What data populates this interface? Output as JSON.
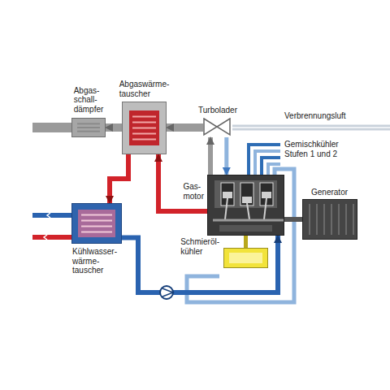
{
  "diagram": {
    "nodes": [
      {
        "text": [
          "Abgas- schall- dämpfer"
        ]
      },
      {
        "text": [
          "Abgaswärme- tauscher"
        ]
      },
      {
        "text": [
          "Turbolader"
        ]
      },
      {
        "text": [
          "Kühlwasser- wärme- tauscher"
        ]
      },
      {
        "text": [
          "Gas- motor"
        ]
      },
      {
        "text": [
          "Generator"
        ]
      },
      {
        "text": [
          "Schmieröl- kühler"
        ]
      }
    ],
    "edges": [
      {
        "from": 1,
        "to": 0,
        "arrow": "to"
      },
      {
        "from": 2,
        "to": 1,
        "arrow": "to"
      },
      {
        "from": 4,
        "to": 2,
        "arrow": "to"
      },
      {
        "from": 2,
        "to": 4,
        "arrow": "to"
      },
      {
        "from": 4,
        "to": 1,
        "arrow": "to"
      },
      {
        "from": 1,
        "to": 3,
        "arrow": "to"
      },
      {
        "from": 3,
        "to": 4,
        "arrow": "to"
      },
      {
        "from": 6,
        "to": 4,
        "arrow": "none"
      },
      {
        "from": 4,
        "to": 5,
        "arrow": "none"
      }
    ],
    "labels": [
      "Verbrennungsluft",
      "Gemischkühler Stufen 1 und 2"
    ]
  }
}
